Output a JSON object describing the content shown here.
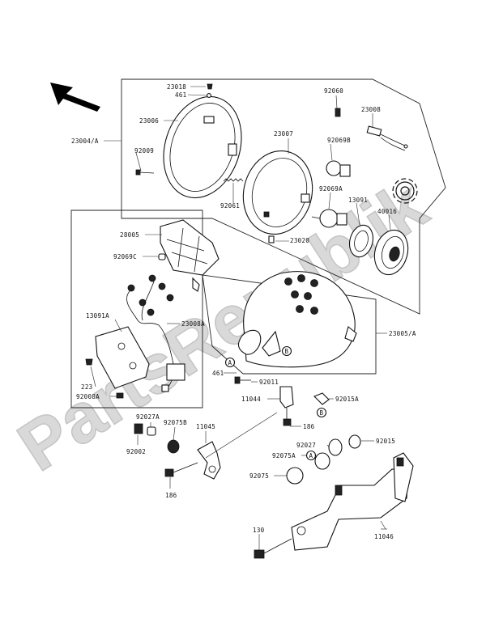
{
  "watermark": "PartsRepublik",
  "labels": {
    "p23018": "23018",
    "p461a": "461",
    "p23006": "23006",
    "p23004a": "23004/A",
    "p92009": "92009",
    "p92060": "92060",
    "p23008": "23008",
    "p23007": "23007",
    "p92069b": "92069B",
    "p92069a": "92069A",
    "p13091": "13091",
    "p40016": "40016",
    "p92061": "92061",
    "p23020": "23020",
    "p28005": "28005",
    "p92069c": "92069C",
    "p13091a": "13091A",
    "p23008a": "23008A",
    "p23005a": "23005/A",
    "p461b": "461",
    "p92011": "92011",
    "p223": "223",
    "p92008a": "92008A",
    "p11044": "11044",
    "p92015a": "92015A",
    "p186a": "186",
    "p92027a": "92027A",
    "p92075b": "92075B",
    "p11045": "11045",
    "p92002": "92002",
    "p92027": "92027",
    "p92015": "92015",
    "p92075a": "92075A",
    "p92075": "92075",
    "p186b": "186",
    "p130": "130",
    "p11046": "11046",
    "circA": "A",
    "circB": "B",
    "circB2": "B",
    "circA2": "A"
  },
  "icons": {
    "arrow": "direction-arrow-icon",
    "gear": "gear-icon"
  }
}
